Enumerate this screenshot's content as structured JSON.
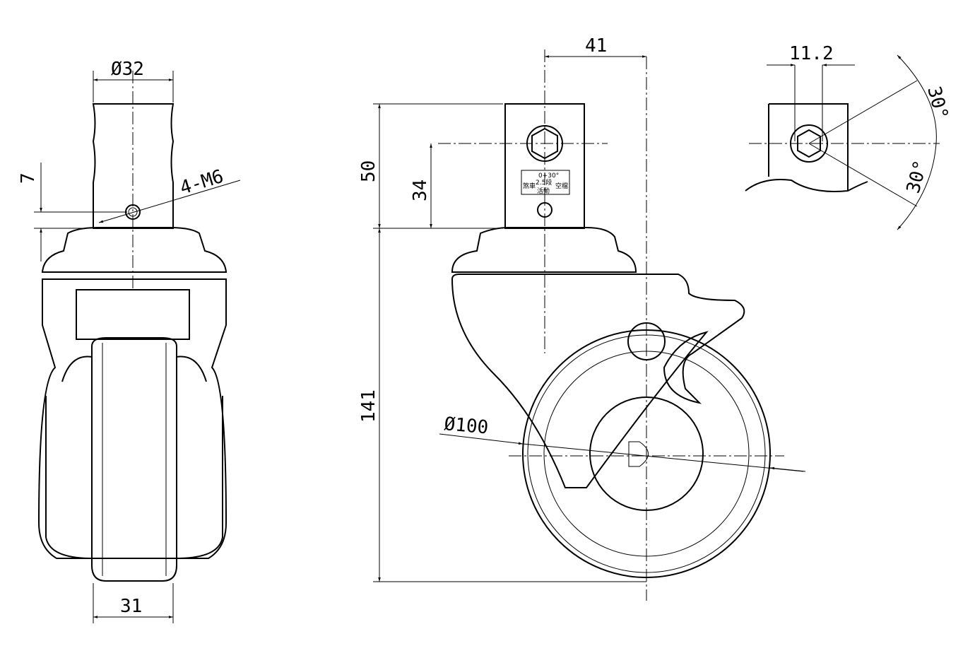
{
  "drawing": {
    "front_view": {
      "stem_diameter": "Ø32",
      "bolt_offset": "7",
      "thread": "4-M6",
      "wheel_width": "31"
    },
    "side_view": {
      "stem_offset": "41",
      "stem_height": "50",
      "bolt_height": "34",
      "total_height": "141",
      "wheel_diameter": "Ø100",
      "label_plate": {
        "angle": "0+30°",
        "stage": "2.5段",
        "brake": "煞車",
        "swivel": "活動",
        "neutral": "空檔"
      }
    },
    "detail_view": {
      "hex_width": "11.2",
      "angle_upper": "30°",
      "angle_lower": "30°"
    }
  }
}
